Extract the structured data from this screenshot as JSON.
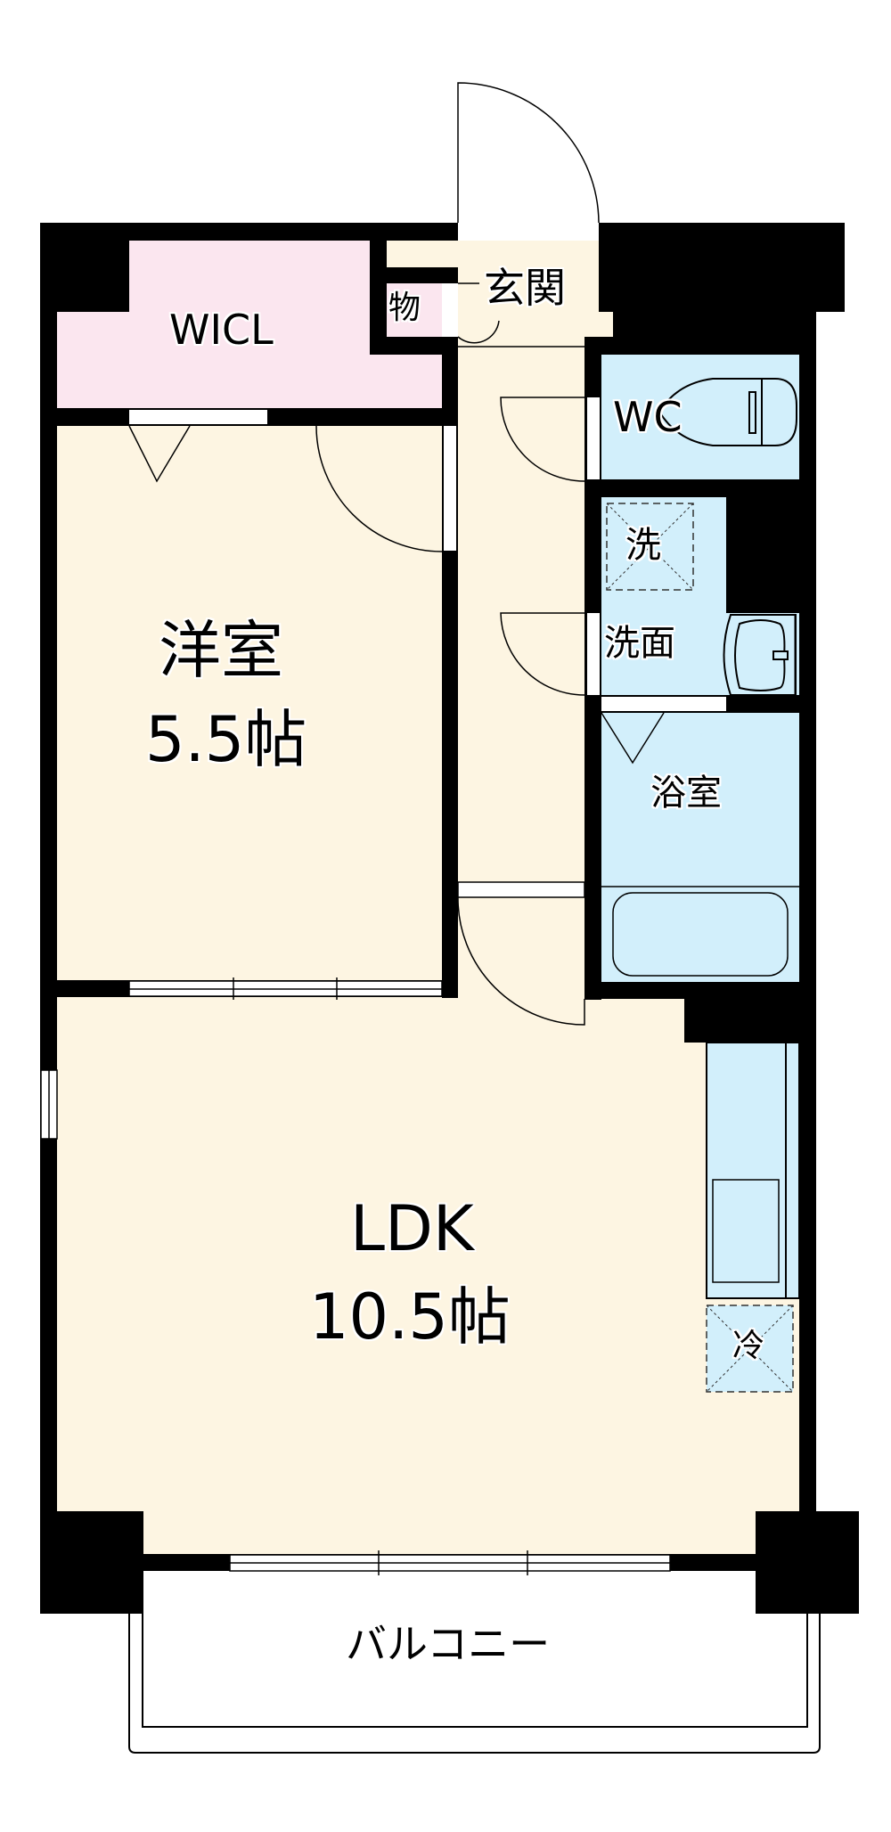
{
  "floorplan": {
    "colors": {
      "wall": "#000000",
      "room_floor": "#FDF5E2",
      "closet_floor": "#FBE6EF",
      "wet_area_floor": "#D2EFFB",
      "outside": "#FFFFFF"
    },
    "rooms": {
      "wicl": {
        "label": "WICL"
      },
      "storage": {
        "label": "物"
      },
      "genkan": {
        "label": "玄関"
      },
      "wc": {
        "label": "WC"
      },
      "washer": {
        "label": "洗"
      },
      "washroom": {
        "label": "洗面"
      },
      "bathroom": {
        "label": "浴室"
      },
      "western_room": {
        "label": "洋室",
        "size": "5.5帖"
      },
      "ldk": {
        "label": "LDK",
        "size": "10.5帖"
      },
      "fridge": {
        "label": "冷"
      },
      "balcony": {
        "label": "バルコニー"
      }
    }
  }
}
